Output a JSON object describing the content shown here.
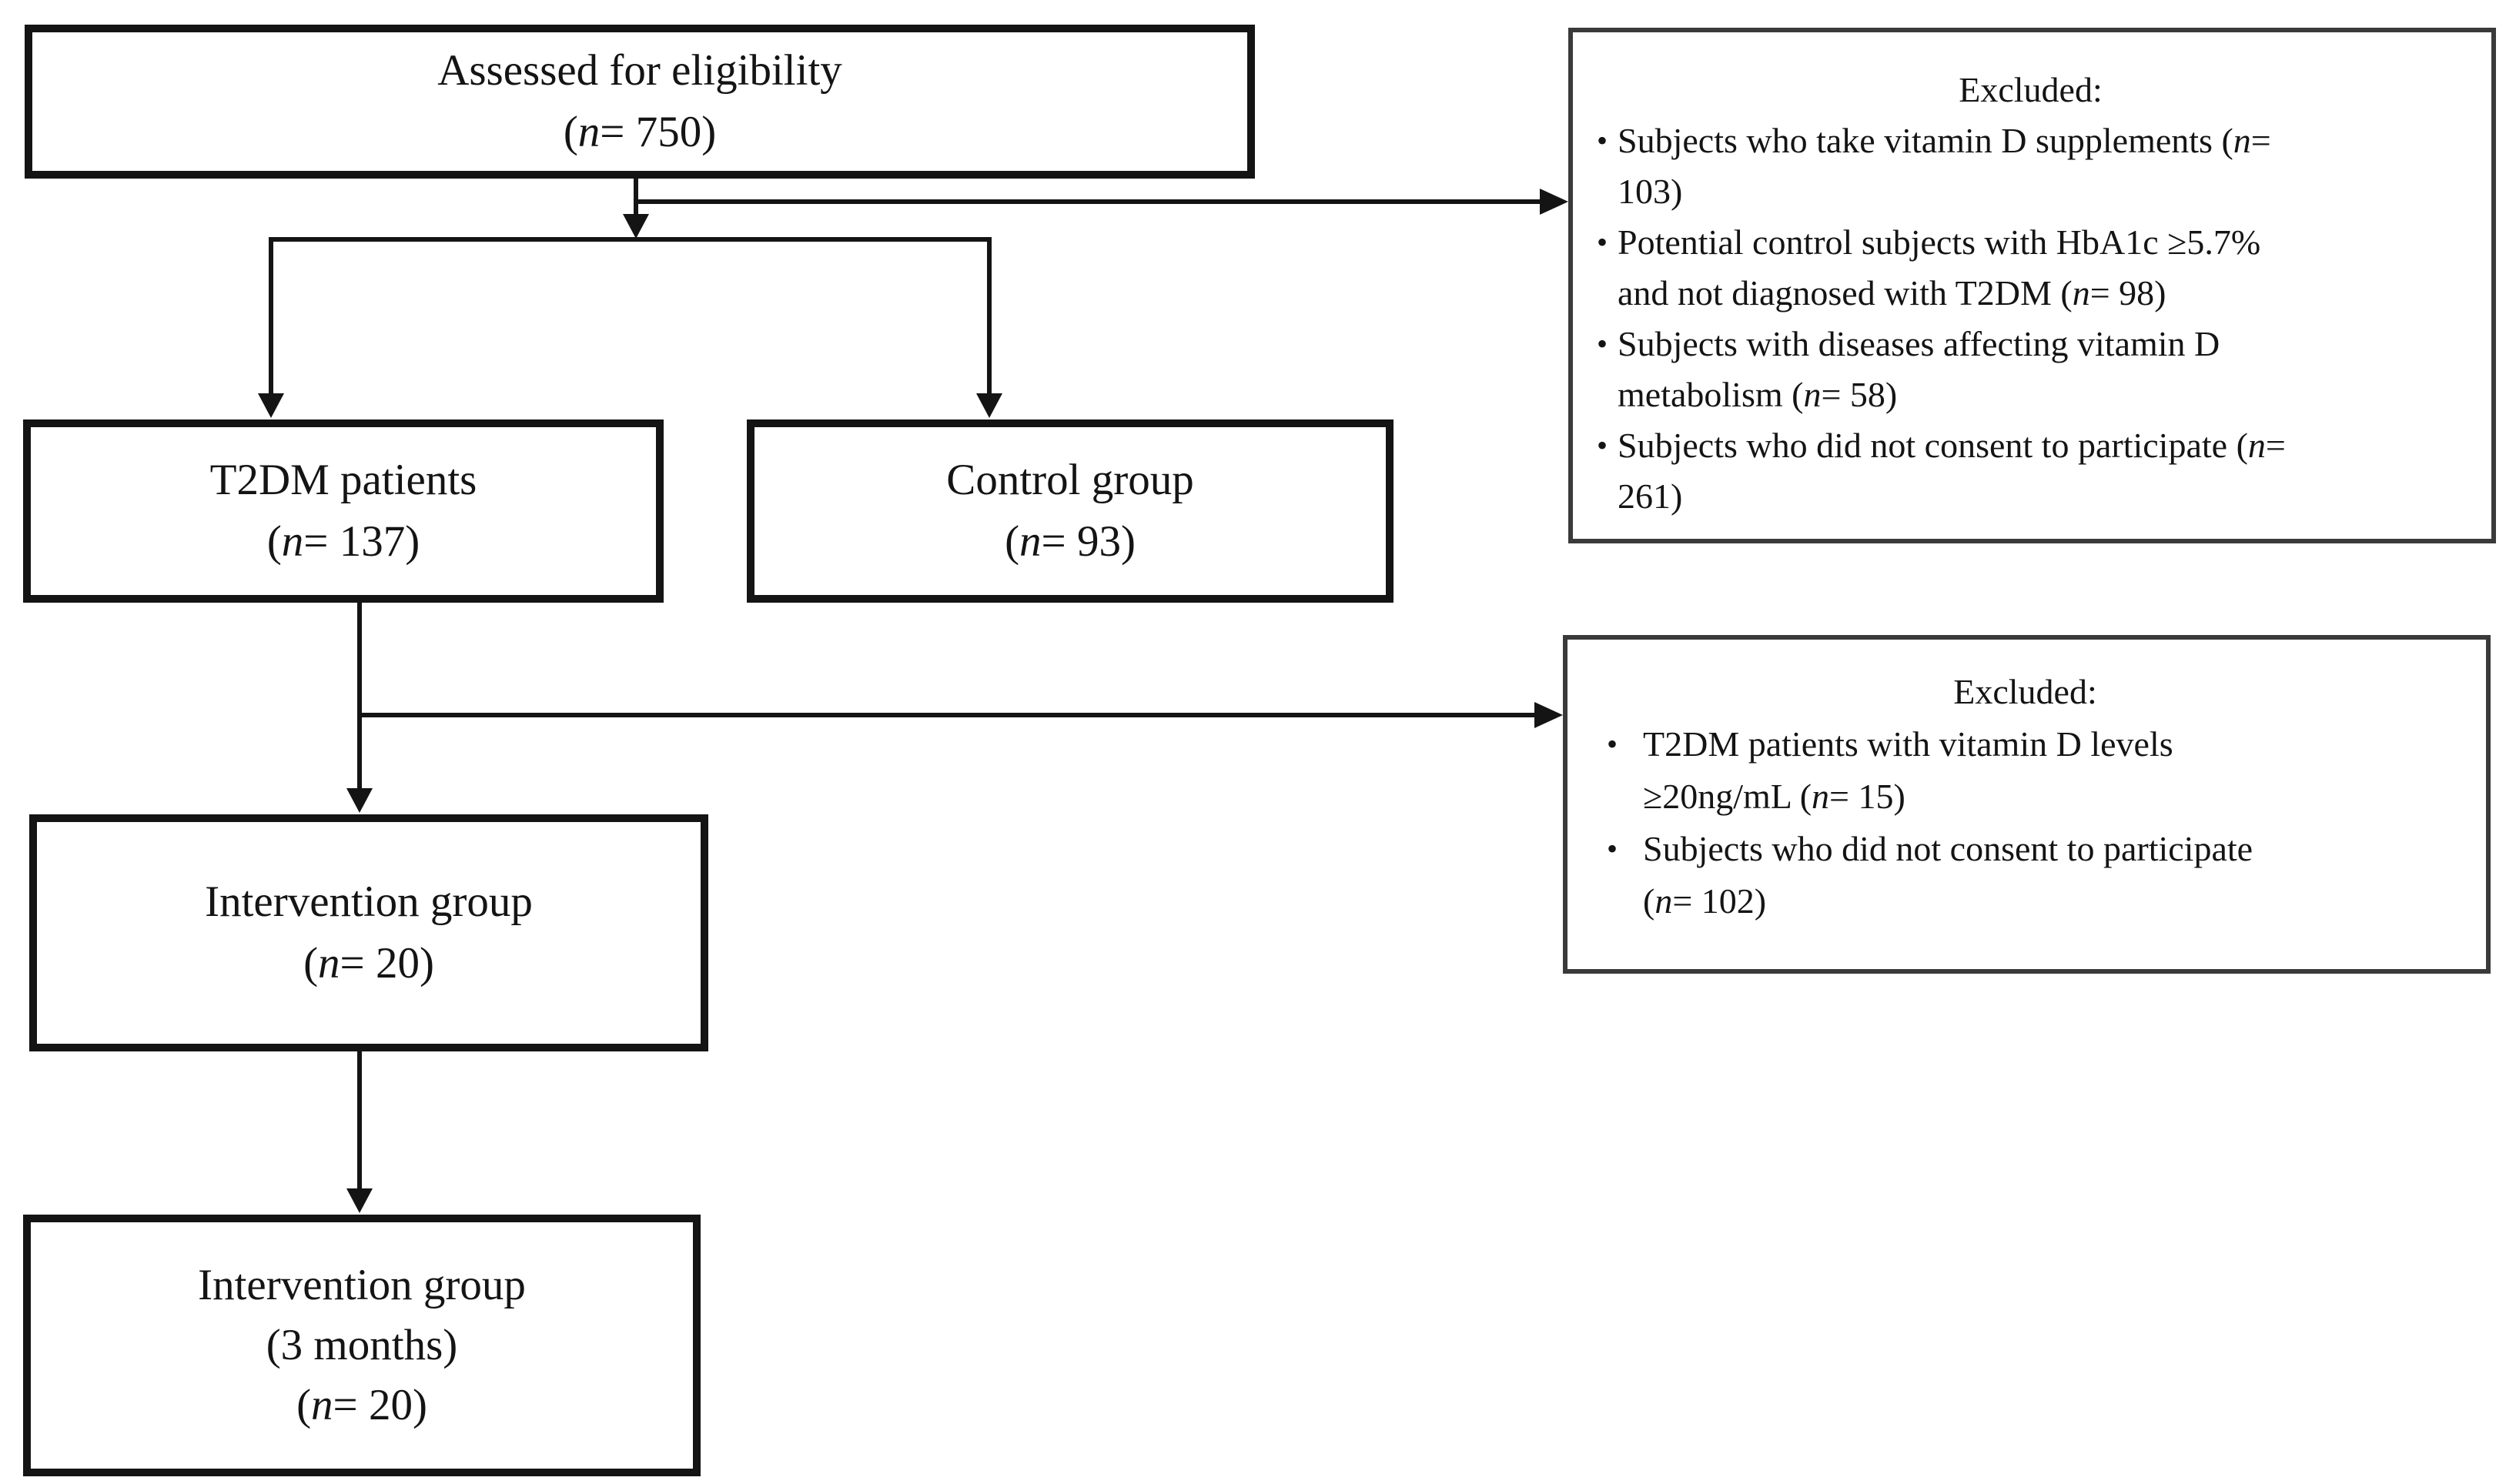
{
  "figure": {
    "background_color": "#ffffff",
    "ink_color": "#141414"
  },
  "boxes": {
    "assessed": {
      "lines": [
        "Assessed for eligibility",
        "(n= 750)"
      ]
    },
    "t2dm": {
      "lines": [
        "T2DM patients",
        "(n= 137)"
      ]
    },
    "control": {
      "lines": [
        "Control group",
        "(n= 93)"
      ]
    },
    "intervention": {
      "lines": [
        "Intervention group",
        "(n= 20)"
      ]
    },
    "intervention_3m": {
      "lines": [
        "Intervention group",
        "(3 months)",
        "(n= 20)"
      ]
    },
    "excluded_top": {
      "title": "Excluded:",
      "bullet_icon": "•",
      "bullets": [
        "Subjects who take vitamin D supplements (n=\n103)",
        "Potential control subjects with HbA1c ≥5.7%\nand not diagnosed with T2DM (n= 98)",
        "Subjects with diseases affecting vitamin D\nmetabolism (n= 58)",
        "Subjects who did not consent to participate (n=\n261)"
      ]
    },
    "excluded_mid": {
      "title": "Excluded:",
      "bullet_icon": "•",
      "bullets": [
        "T2DM patients with vitamin D levels\n≥20ng/mL (n= 15)",
        "Subjects who did not consent to participate\n(n= 102)"
      ]
    }
  }
}
